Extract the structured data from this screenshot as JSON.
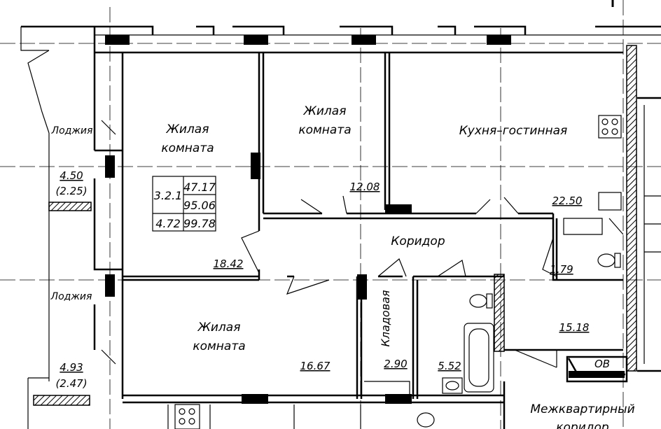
{
  "rooms": {
    "living1": {
      "label1": "Жилая",
      "label2": "комната",
      "area": "18.42"
    },
    "living2": {
      "label1": "Жилая",
      "label2": "комната",
      "area": "12.08"
    },
    "kitchen": {
      "label": "Кухня–гостинная",
      "area": "22.50"
    },
    "corridor": {
      "label": "Коридор"
    },
    "living3": {
      "label1": "Жилая",
      "label2": "комната",
      "area": "16.67"
    },
    "storage": {
      "label": "Кладовая",
      "area": "2.90"
    },
    "bathroom": {
      "area": "5.52"
    },
    "wc": {
      "area": "1.79"
    },
    "hall": {
      "area": "15.18"
    },
    "loggia1": {
      "label": "Лоджия",
      "area": "4.50",
      "reduced": "(2.25)"
    },
    "loggia2": {
      "label": "Лоджия",
      "area": "4.93",
      "reduced": "(2.47)"
    },
    "shaft": {
      "label": "ОВ"
    },
    "common_corridor": {
      "label": "Межквартирный",
      "label2": "коридор"
    }
  },
  "summary_table": {
    "apartment_id": "3.2.1",
    "living_area": "47.17",
    "total_area": "95.06",
    "loggia_area": "4.72",
    "total_with_loggia": "99.78"
  }
}
